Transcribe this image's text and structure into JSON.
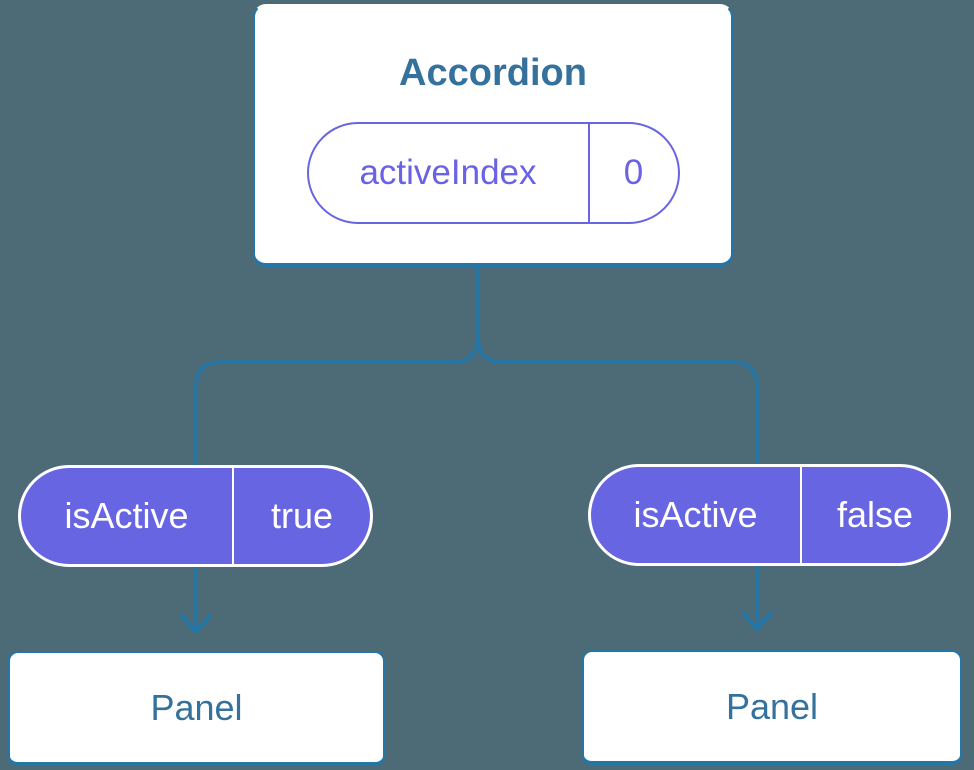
{
  "diagram": {
    "root": {
      "title": "Accordion",
      "state": {
        "name": "activeIndex",
        "value": "0"
      }
    },
    "children": [
      {
        "prop": {
          "name": "isActive",
          "value": "true"
        },
        "panel_label": "Panel"
      },
      {
        "prop": {
          "name": "isActive",
          "value": "false"
        },
        "panel_label": "Panel"
      }
    ]
  },
  "colors": {
    "bg": "#4d6a77",
    "line": "#2376a6",
    "heading": "#34719d",
    "purple": "#6865e2",
    "purpleText": "#6a62e4",
    "white": "#ffffff"
  }
}
